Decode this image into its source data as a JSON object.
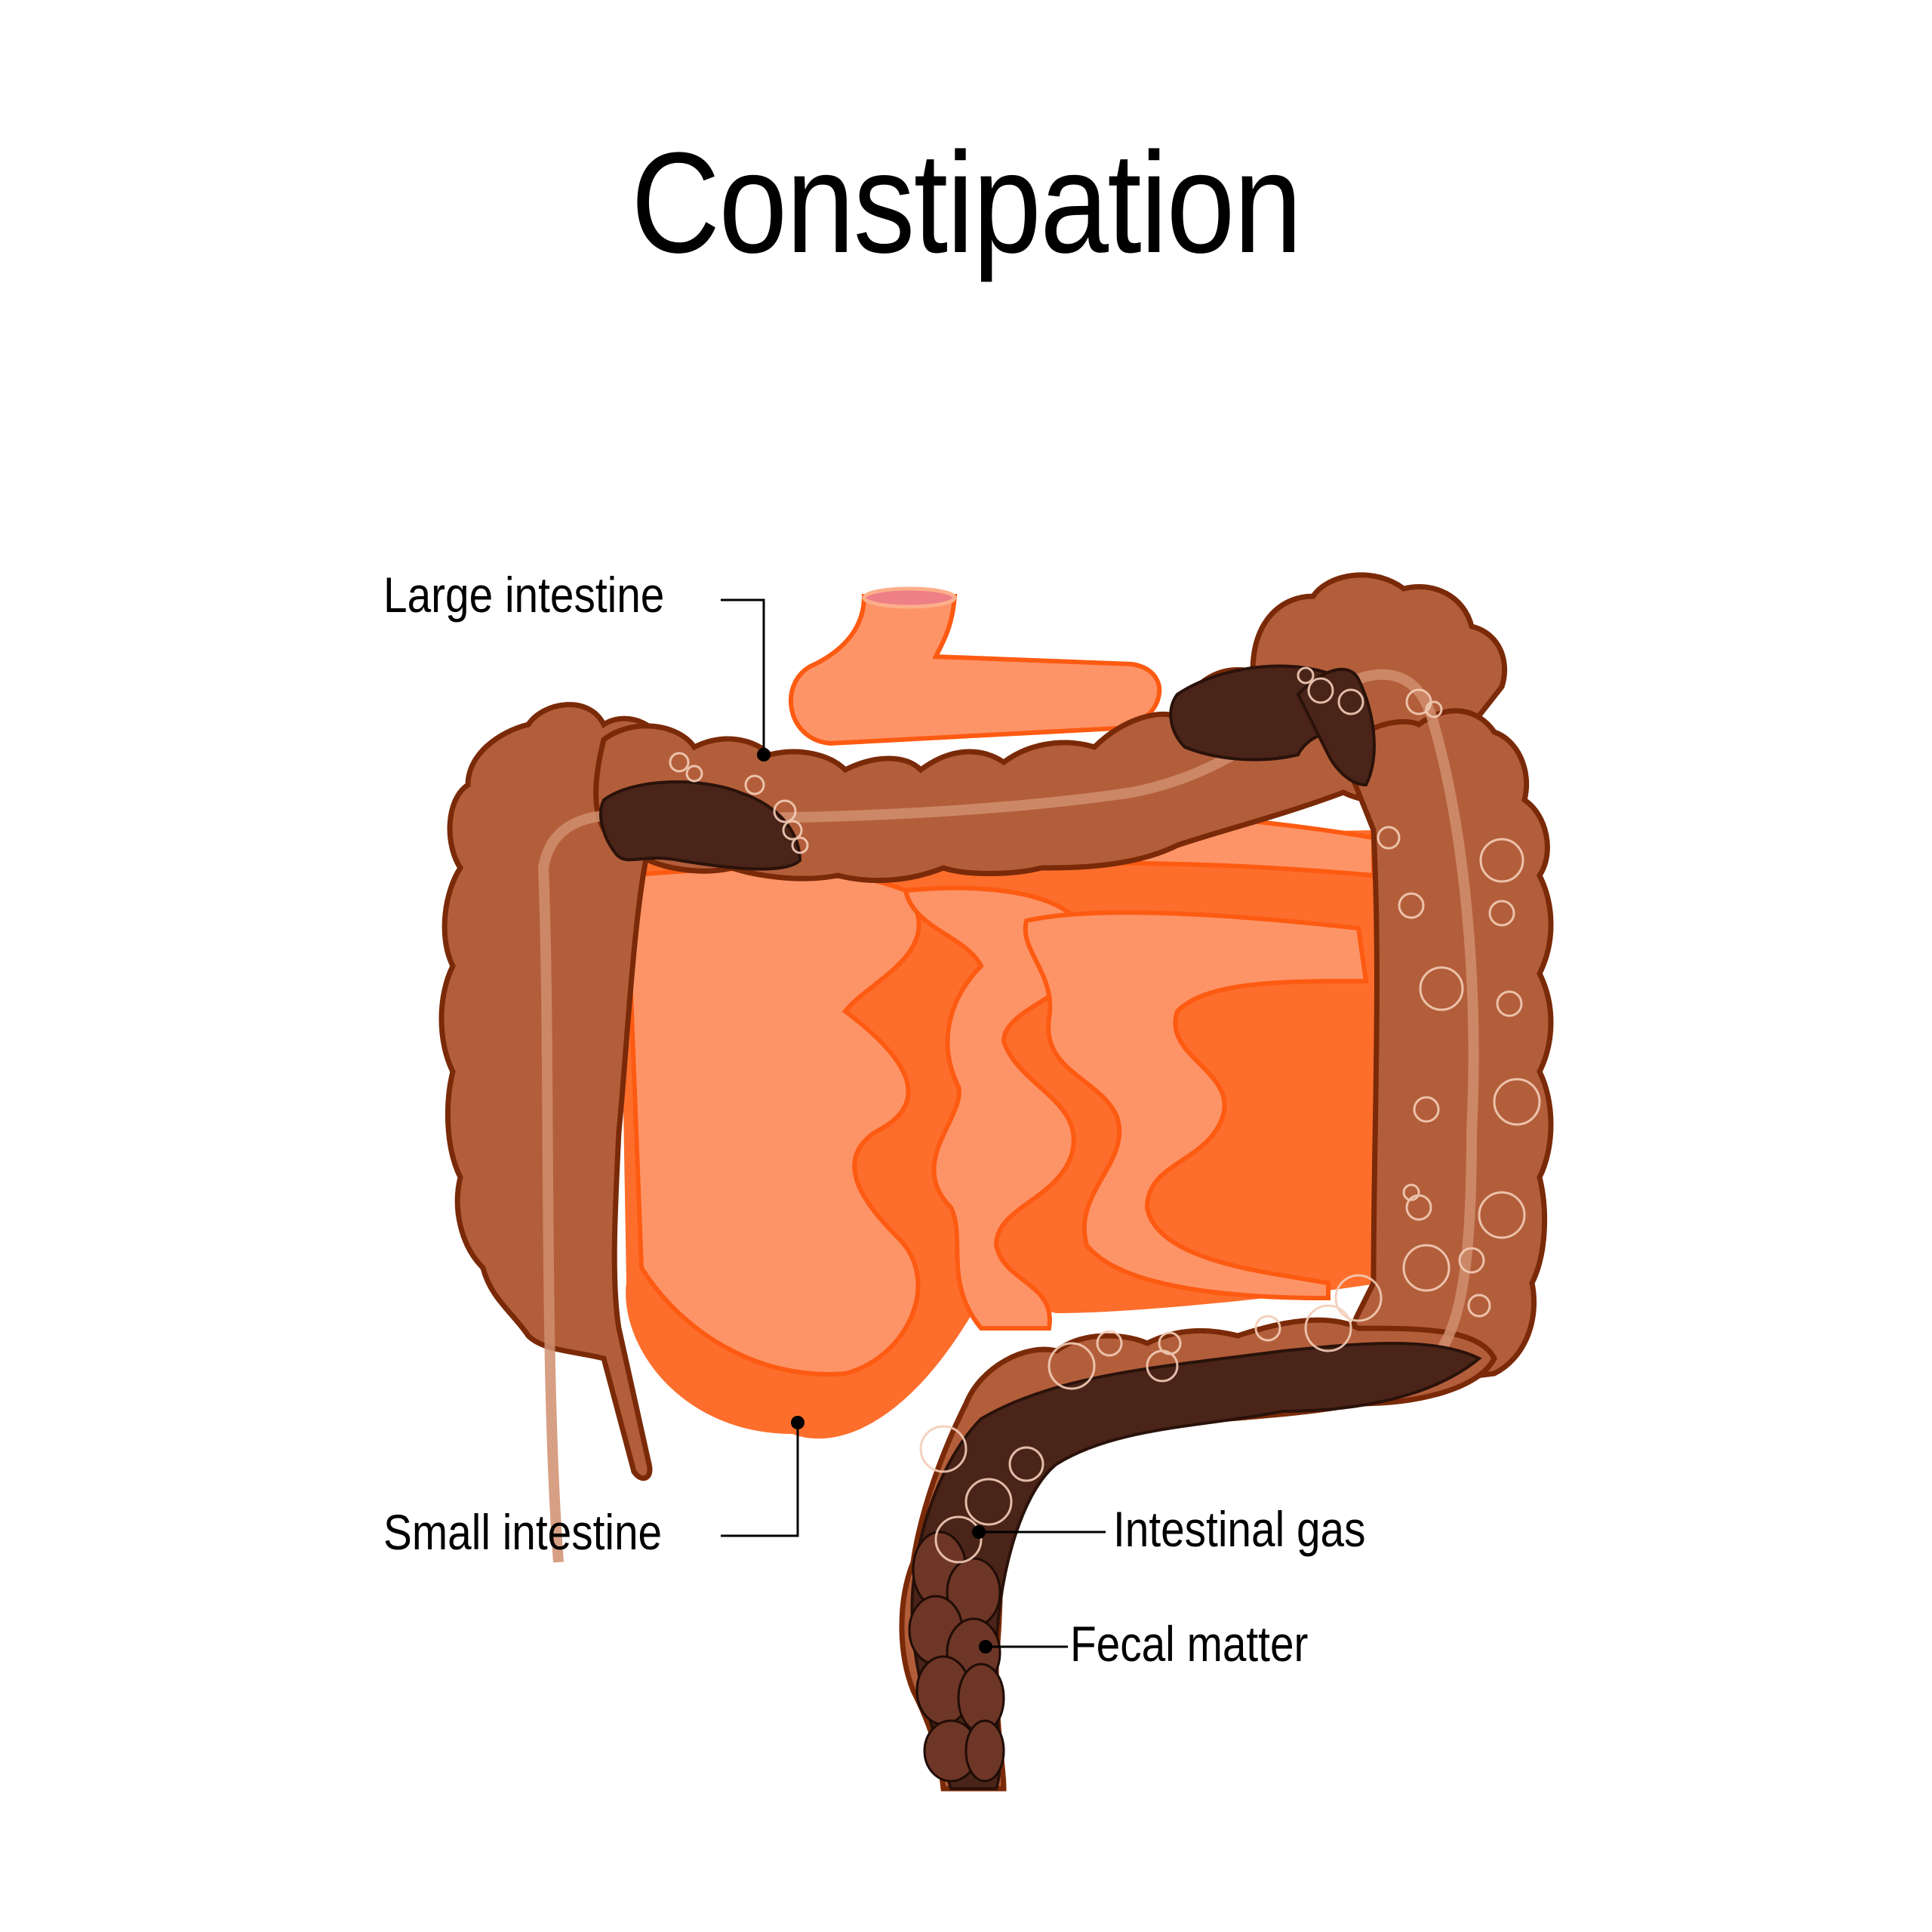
{
  "title": "Constipation",
  "labels": {
    "large_intestine": "Large intestine",
    "small_intestine": "Small intestine",
    "intestinal_gas": "Intestinal gas",
    "fecal_matter": "Fecal matter"
  },
  "colors": {
    "colon_fill": "#b35e3a",
    "colon_outline": "#7a2a08",
    "colon_highlight": "#d08e6e",
    "small_intestine_fill": "#fd9467",
    "small_intestine_outline": "#fd5a12",
    "small_intestine_shadow": "#fd6e2c",
    "feces_fill": "#4a2418",
    "feces_light": "#6e3626",
    "gas_bubble": "#f3cdb8",
    "lumen_opening": "#ef7f86",
    "leader_line": "#000000"
  }
}
